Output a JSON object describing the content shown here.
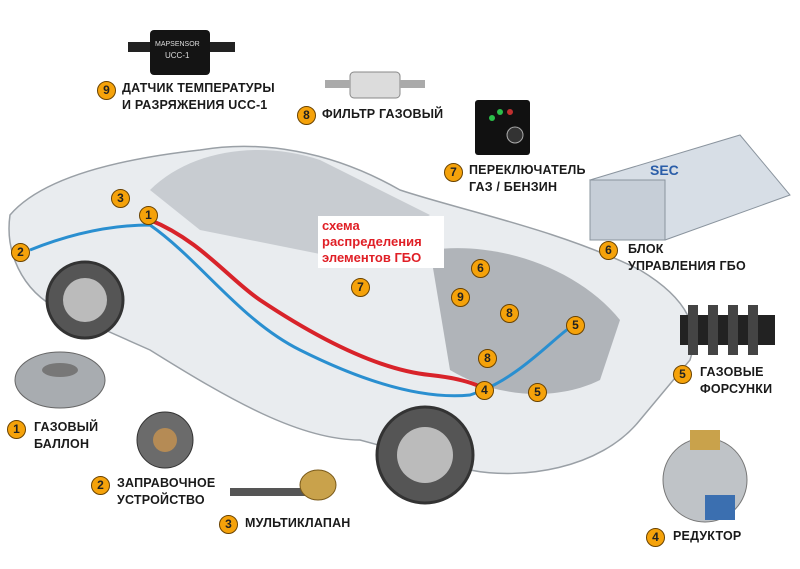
{
  "caption": {
    "line1": "схема",
    "line2": "распределения",
    "line3": "элементов ГБО"
  },
  "components": [
    {
      "num": "1",
      "line1": "ГАЗОВЫЙ",
      "line2": "БАЛЛОН"
    },
    {
      "num": "2",
      "line1": "ЗАПРАВОЧНОЕ",
      "line2": "УСТРОЙСТВО"
    },
    {
      "num": "3",
      "line1": "МУЛЬТИКЛАПАН"
    },
    {
      "num": "4",
      "line1": "РЕДУКТОР"
    },
    {
      "num": "5",
      "line1": "ГАЗОВЫЕ",
      "line2": "ФОРСУНКИ"
    },
    {
      "num": "6",
      "line1": "БЛОК",
      "line2": "УПРАВЛЕНИЯ ГБО"
    },
    {
      "num": "7",
      "line1": "ПЕРЕКЛЮЧАТЕЛЬ",
      "line2": "ГАЗ / БЕНЗИН"
    },
    {
      "num": "8",
      "line1": "ФИЛЬТР ГАЗОВЫЙ"
    },
    {
      "num": "9",
      "line1": "ДАТЧИК ТЕМПЕРАТУРЫ",
      "line2": "И РАЗРЯЖЕНИЯ UCC-1"
    }
  ],
  "product_text": {
    "sensor": "MAPSENSOR",
    "sensor_model": "UCC-1",
    "ecu": "SEC"
  },
  "colors": {
    "badge": "#f5a20a",
    "caption": "#e01f26",
    "gas_line_red": "#d8232a",
    "gas_line_blue": "#2a8fd0"
  }
}
